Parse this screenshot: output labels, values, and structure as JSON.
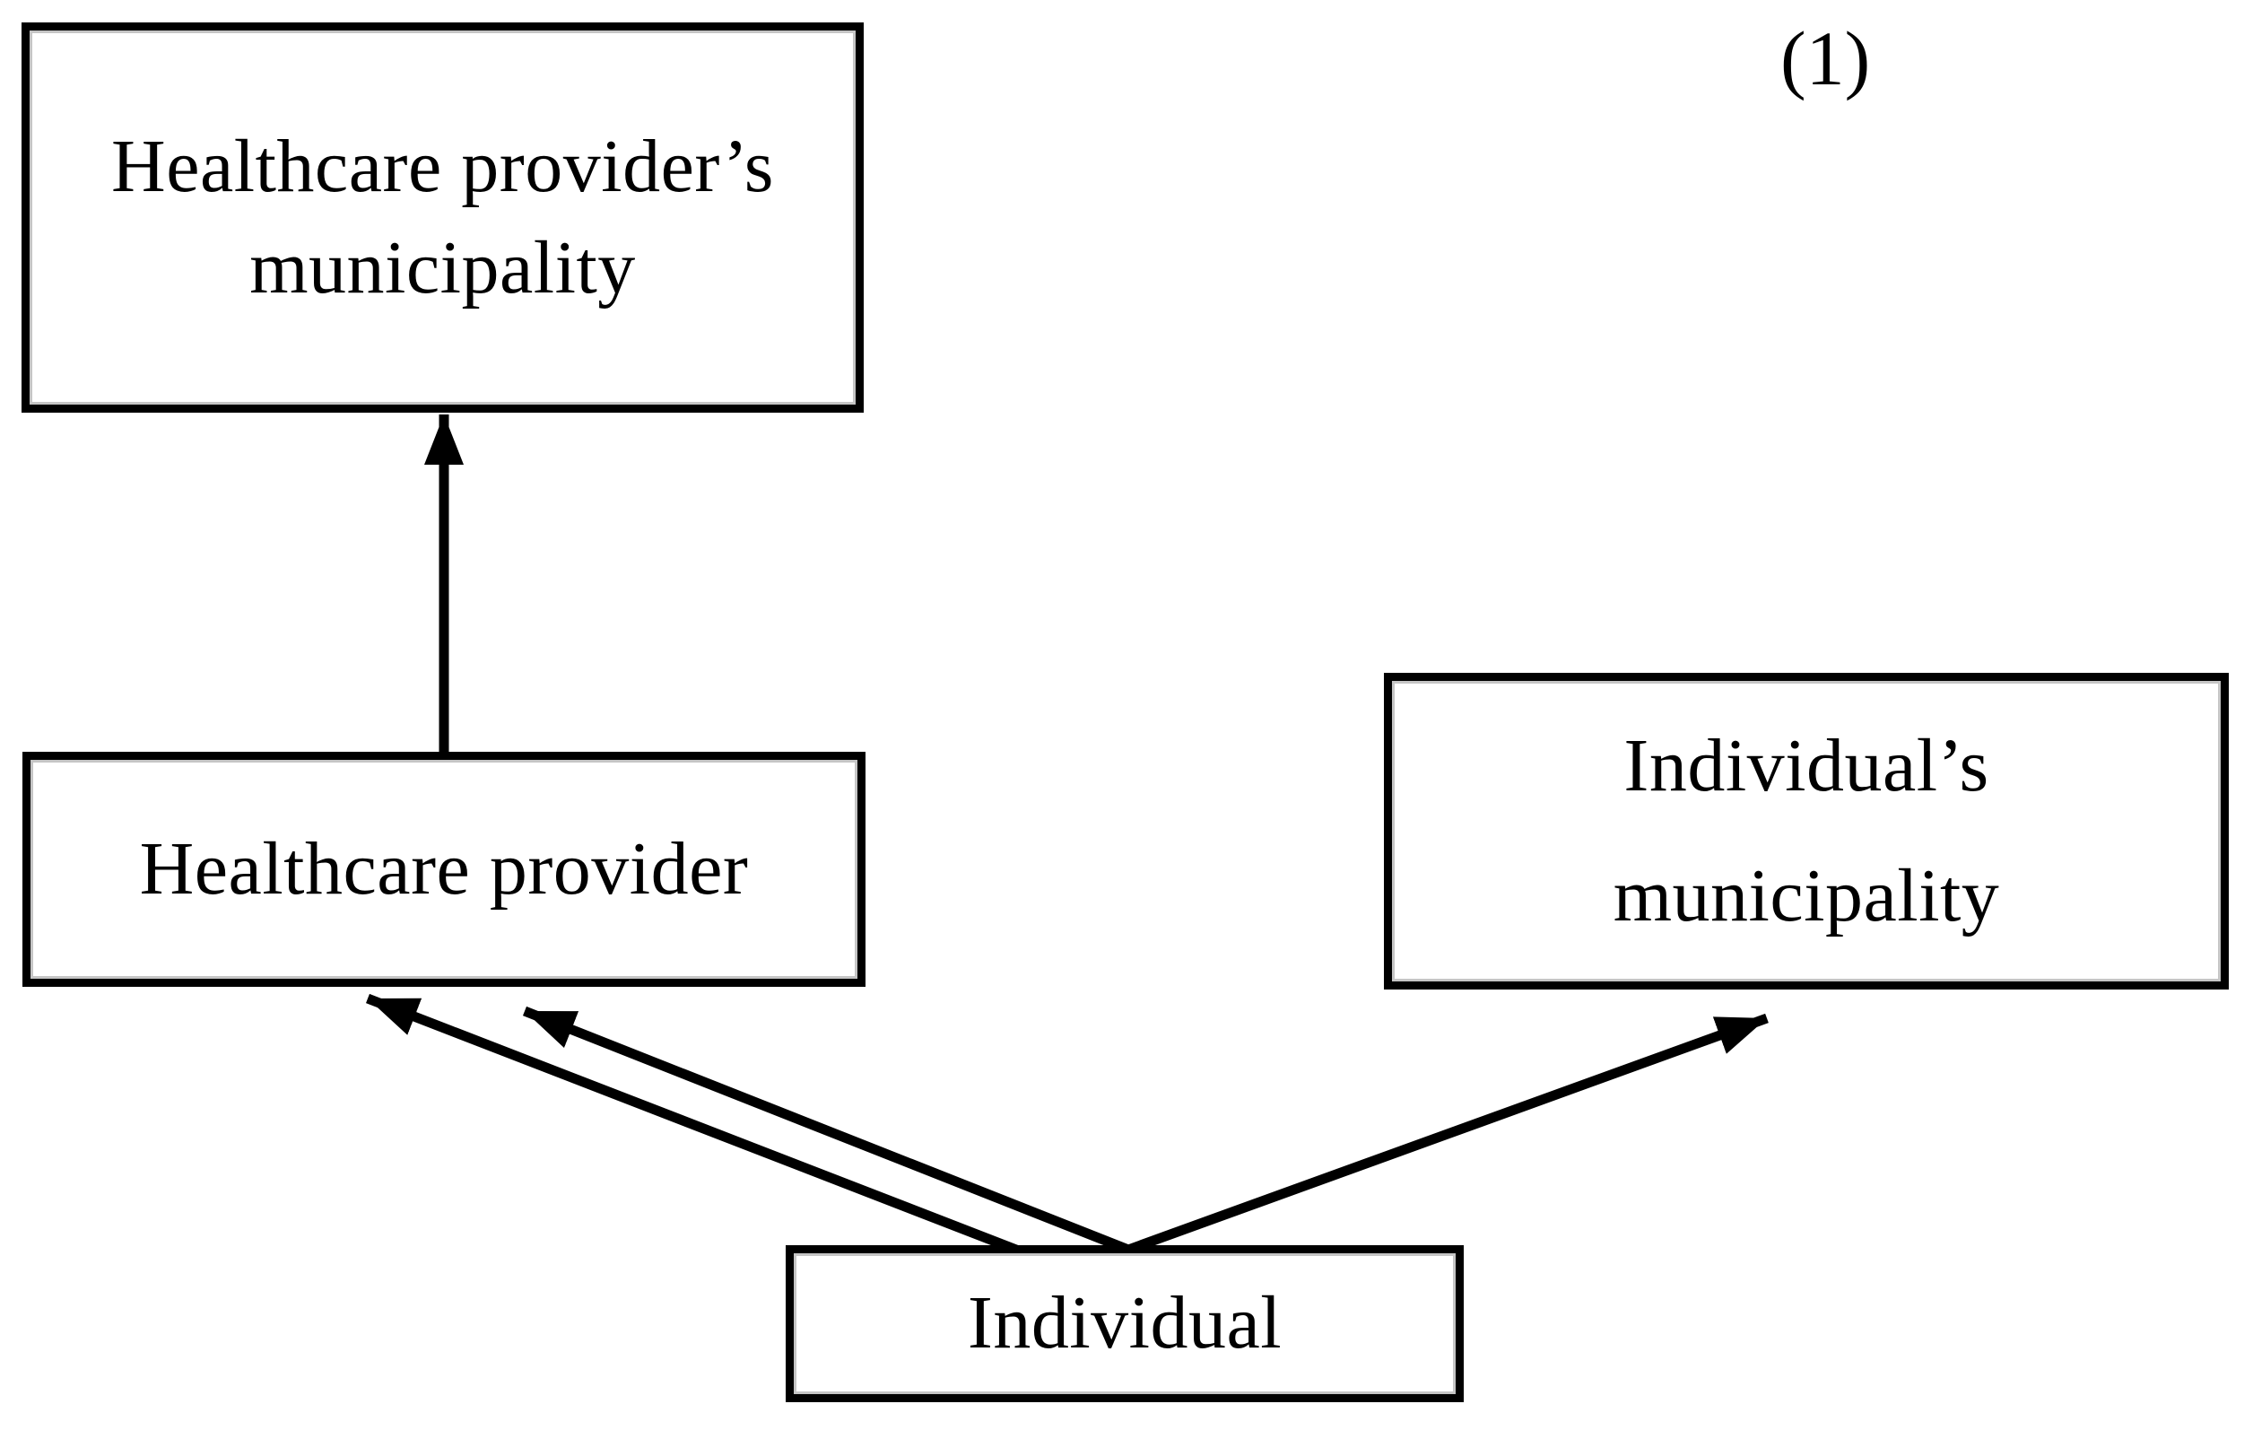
{
  "figure": {
    "label": "(1)"
  },
  "diagram": {
    "nodes": [
      {
        "id": "hp-municipality",
        "label": "Healthcare provider’s\nmunicipality"
      },
      {
        "id": "healthcare-provider",
        "label": "Healthcare provider"
      },
      {
        "id": "individual-municipality",
        "label": "Individual’s\nmunicipality"
      },
      {
        "id": "individual",
        "label": "Individual"
      }
    ],
    "edges": [
      {
        "from": "healthcare-provider",
        "to": "hp-municipality",
        "arrows": 1,
        "direction": "up",
        "head_touches_target": true
      },
      {
        "from": "individual",
        "to": "healthcare-provider",
        "arrows": 2,
        "direction": "up-left",
        "head_touches_target": false
      },
      {
        "from": "individual",
        "to": "individual-municipality",
        "arrows": 1,
        "direction": "up-right",
        "head_touches_target": false
      }
    ],
    "colors": {
      "stroke": "#000000",
      "node_fill": "#ffffff",
      "background": "#ffffff"
    }
  }
}
